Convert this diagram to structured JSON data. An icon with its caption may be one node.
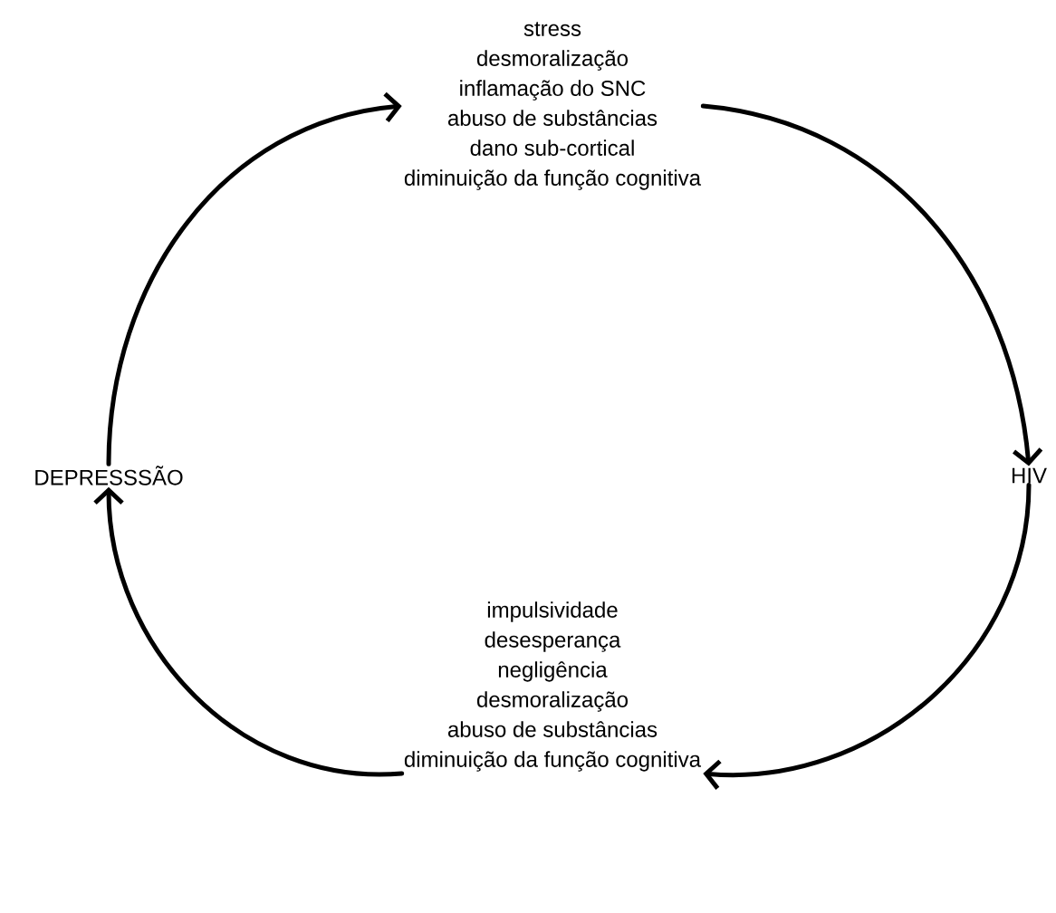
{
  "diagram": {
    "nodes": [
      {
        "text": [
          "stress",
          "desmoralização",
          "inflamação do SNC",
          "abuso de substâncias",
          "dano sub-cortical",
          "diminuição da função cognitiva"
        ]
      },
      {
        "text": [
          "HIV"
        ]
      },
      {
        "text": [
          "impulsividade",
          "desesperança",
          "negligência",
          "desmoralização",
          "abuso de substâncias",
          "diminuição da função cognitiva"
        ]
      },
      {
        "text": [
          "DEPRESSSÃO"
        ]
      }
    ],
    "edges": [
      {
        "from": 0,
        "to": 1,
        "arrow": "to"
      },
      {
        "from": 1,
        "to": 2,
        "arrow": "to"
      },
      {
        "from": 2,
        "to": 3,
        "arrow": "to"
      },
      {
        "from": 3,
        "to": 0,
        "arrow": "to"
      }
    ]
  }
}
